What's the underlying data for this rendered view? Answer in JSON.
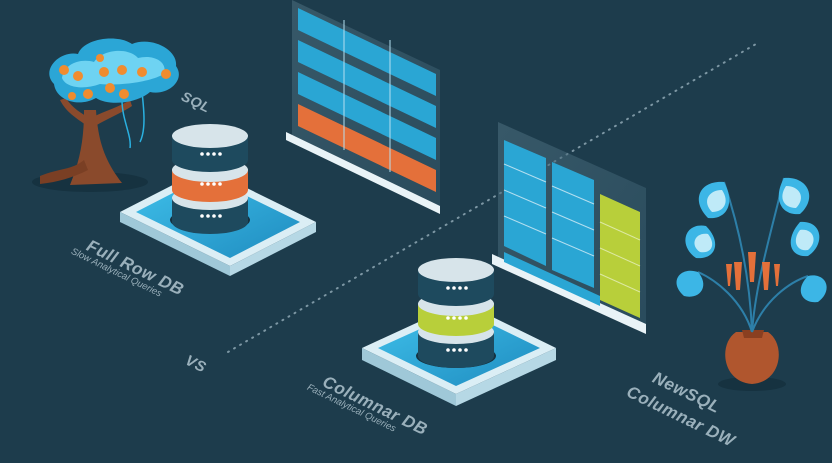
{
  "diagram": {
    "sql_label": "SQL",
    "vs_label": "VS",
    "row_db": {
      "title": "Full Row DB",
      "subtitle": "Slow Analytical Queries"
    },
    "columnar_db": {
      "title": "Columnar DB",
      "subtitle": "Fast Analytical Queries"
    },
    "newsql": {
      "line1": "NewSQL",
      "line2": "Columnar DW"
    },
    "icons": [
      "tree-illustration",
      "database-icon",
      "database-icon",
      "table-panel",
      "table-panel",
      "potted-plant-illustration"
    ],
    "colors": {
      "background": "#1d3c4c",
      "row_highlight": "#e4703a",
      "column_highlight": "#b8cf3a",
      "accent_blue": "#2aa6d4",
      "label": "#9ab0bb"
    }
  }
}
